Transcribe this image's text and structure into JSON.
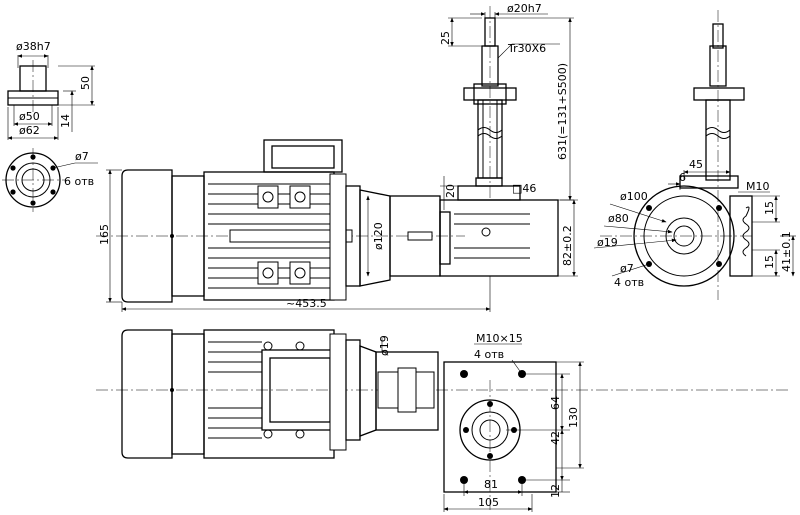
{
  "flange_detail": {
    "shaft_dia": "ø38h7",
    "height": "50",
    "inner_dia": "ø50",
    "outer_dia": "ø62",
    "thickness": "14",
    "holes_dia": "ø7",
    "holes_count": "6 отв"
  },
  "front_view": {
    "height": "165",
    "length": "~453.5",
    "flange_dia": "ø120",
    "shaft_end_dia": "ø20h7",
    "shaft_end_len": "25",
    "thread": "Tr30X6",
    "stroke_len": "631(=131+S500)",
    "step": "20",
    "square": "□46",
    "housing_h": "82±0.2"
  },
  "side_view": {
    "offset_45": "45",
    "offset_6": "6",
    "bolt_thread": "M10",
    "dim_15a": "15",
    "dim_15b": "15",
    "dim_41": "41±0.1",
    "dia_100": "ø100",
    "dia_80": "ø80",
    "dia_19": "ø19",
    "holes_dia": "ø7",
    "holes_count": "4 отв"
  },
  "top_view": {
    "shaft_dia": "ø19",
    "bolt_spec": "M10×15",
    "bolt_count": "4 отв",
    "dim_64": "64",
    "dim_130": "130",
    "dim_42": "42",
    "dim_81": "81",
    "dim_105": "105",
    "dim_12": "12"
  }
}
